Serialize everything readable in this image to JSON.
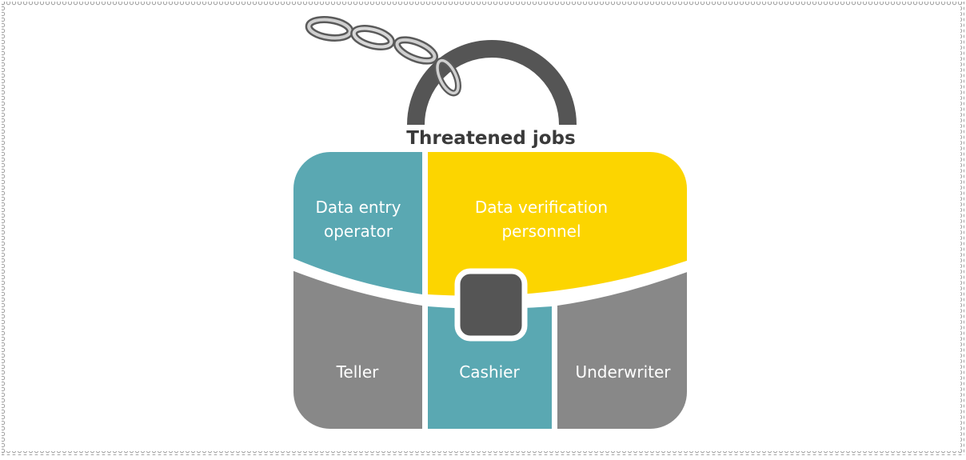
{
  "title": "Threatened jobs",
  "segments": {
    "data_entry": {
      "line1": "Data entry",
      "line2": "operator"
    },
    "data_verification": {
      "line1": "Data verification",
      "line2": "personnel"
    },
    "teller": {
      "label": "Teller"
    },
    "cashier": {
      "label": "Cashier"
    },
    "underwriter": {
      "label": "Underwriter"
    }
  },
  "colors": {
    "teal": "#5AA8B2",
    "yellow": "#FCD500",
    "gray": "#888888",
    "dark": "#555555",
    "border_dots": "#9a9a9a"
  }
}
